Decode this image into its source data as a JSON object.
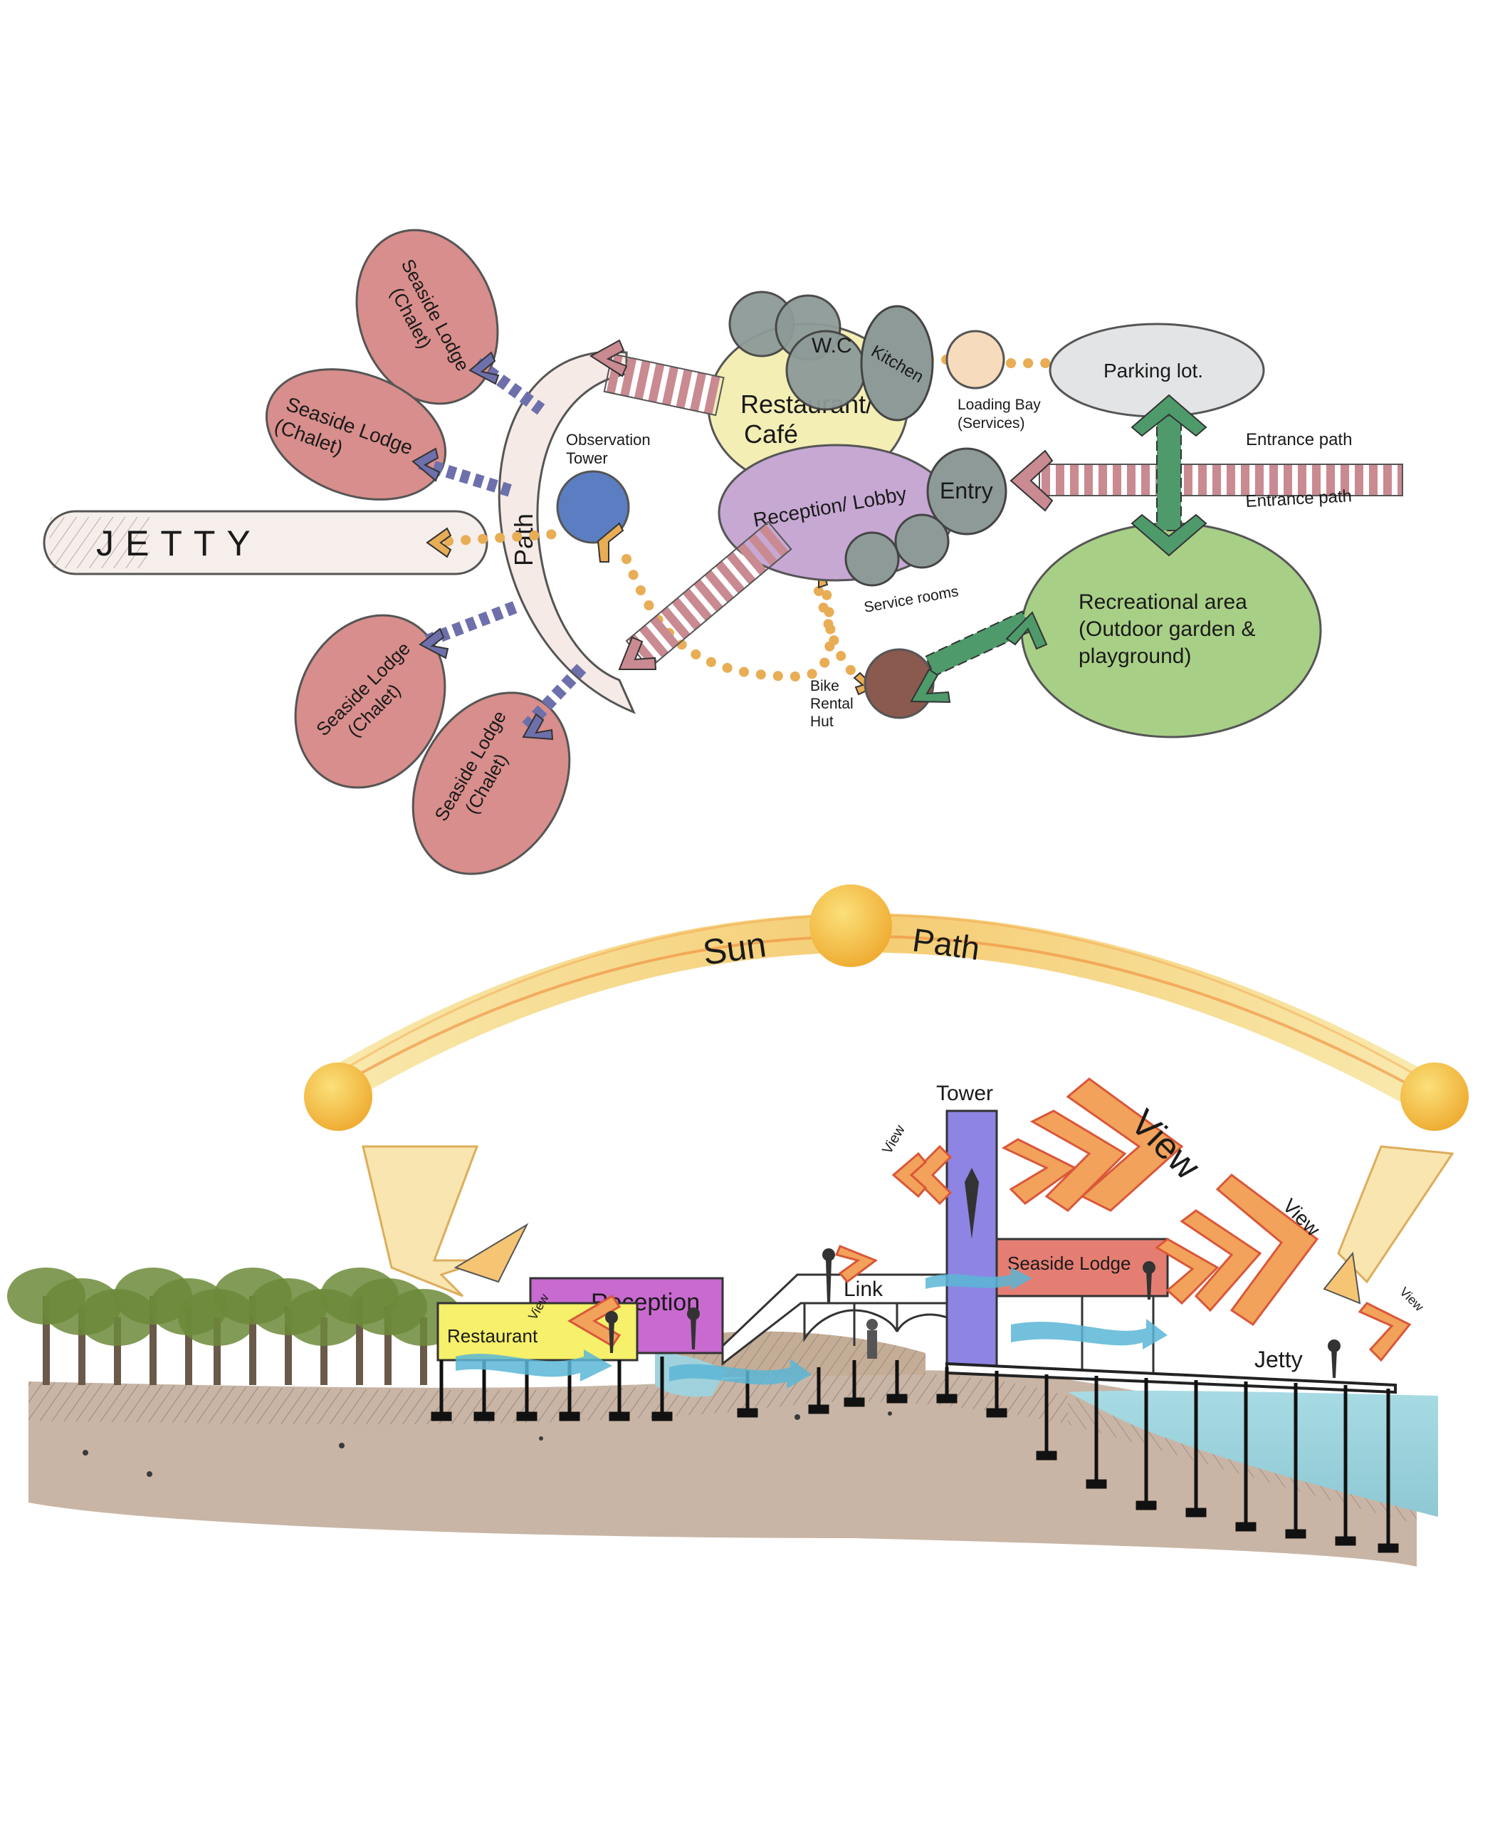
{
  "bubble_diagram": {
    "jetty": "JETTY",
    "path": "Path",
    "observation_tower": "Observation Tower",
    "lodge_1": "Seaside Lodge (Chalet)",
    "lodge_2": "Seaside Lodge (Chalet)",
    "lodge_3": "Seaside Lodge (Chalet)",
    "lodge_4": "Seaside Lodge (Chalet)",
    "restaurant": "Restaurant/ Café",
    "wc": "W.C",
    "kitchen": "Kitchen",
    "loading_bay": "Loading Bay (Services)",
    "parking": "Parking lot.",
    "entrance_path_1": "Entrance path",
    "entrance_path_2": "Entrance path",
    "reception": "Reception/ Lobby",
    "entry": "Entry",
    "service_rooms": "Service rooms",
    "recreational": "Recreational area (Outdoor garden & playground)",
    "bike_rental": "Bike Rental Hut"
  },
  "section": {
    "sun_word": "Sun",
    "path_word": "Path",
    "tower": "Tower",
    "view_big": "View",
    "view_small_left": "View",
    "view_mid": "View",
    "view_right": "View",
    "view_restaurant": "View",
    "reception": "Reception",
    "restaurant": "Restaurant",
    "link": "Link",
    "seaside_lodge": "Seaside Lodge",
    "jetty": "Jetty"
  },
  "colors": {
    "lodge": "#d88e8c",
    "restaurant": "#f3eeb4",
    "reception": "#c6a8d3",
    "tower_blue": "#5b7ec2",
    "recreation": "#a8cf86",
    "service_grey": "#8d9a98",
    "parking": "#e3e4e6",
    "loading": "#f6dcbc",
    "bike": "#8a5a4e",
    "dots": "#e8ad55",
    "pink_arrow": "#c98a91",
    "green_arrow": "#4e9a6b",
    "blue_arrow": "#6d70ab",
    "sun": "#f4c544",
    "tower_purple": "#8e84e3",
    "reception_purple": "#c86ad0",
    "restaurant_yellow": "#f6f06a",
    "lodge_red": "#e47e73",
    "water": "#9fd2dc",
    "ground": "#c9b5a5",
    "tree": "#6c8a3a"
  }
}
